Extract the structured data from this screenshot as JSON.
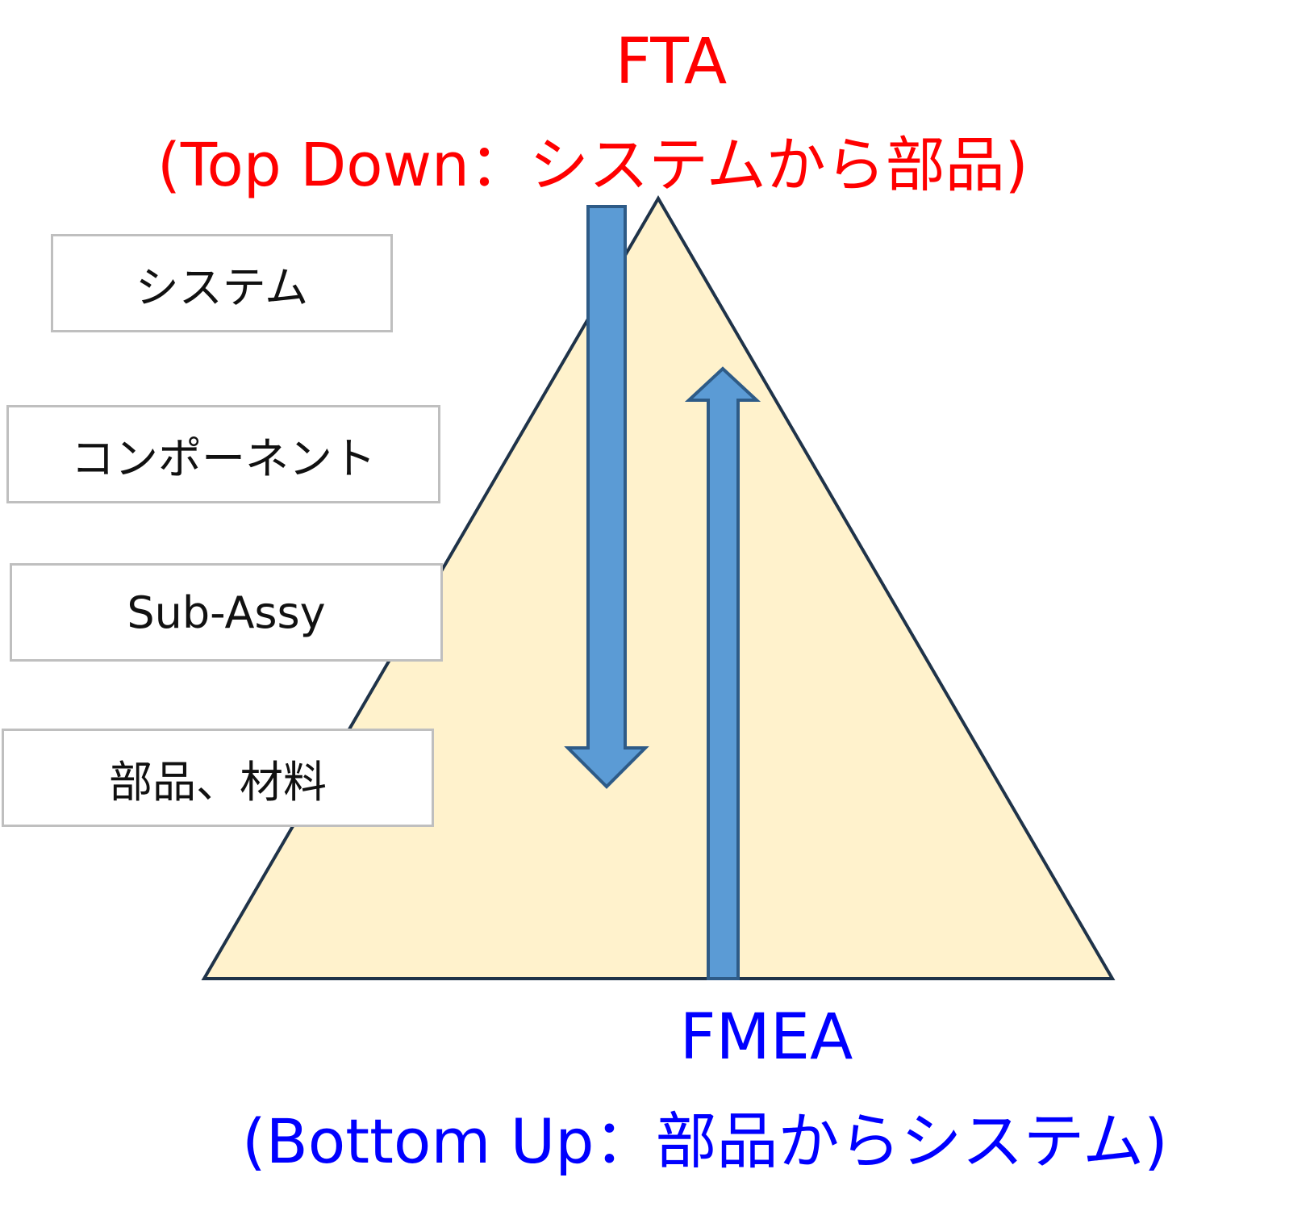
{
  "fta": {
    "title": "FTA",
    "subtitle": "(Top Down：システムから部品)",
    "color": "#ff0000"
  },
  "fmea": {
    "title": "FMEA",
    "subtitle": "(Bottom Up：部品からシステム)",
    "color": "#0000ff"
  },
  "levels": [
    {
      "label": "システム"
    },
    {
      "label": "コンポーネント"
    },
    {
      "label": "Sub-Assy"
    },
    {
      "label": "部品、材料"
    }
  ],
  "colors": {
    "triangle_fill": "#fff2cc",
    "triangle_stroke": "#1f3349",
    "arrow_fill": "#5b9bd5",
    "arrow_stroke": "#2e5b87",
    "box_border": "#bfbfbf"
  }
}
